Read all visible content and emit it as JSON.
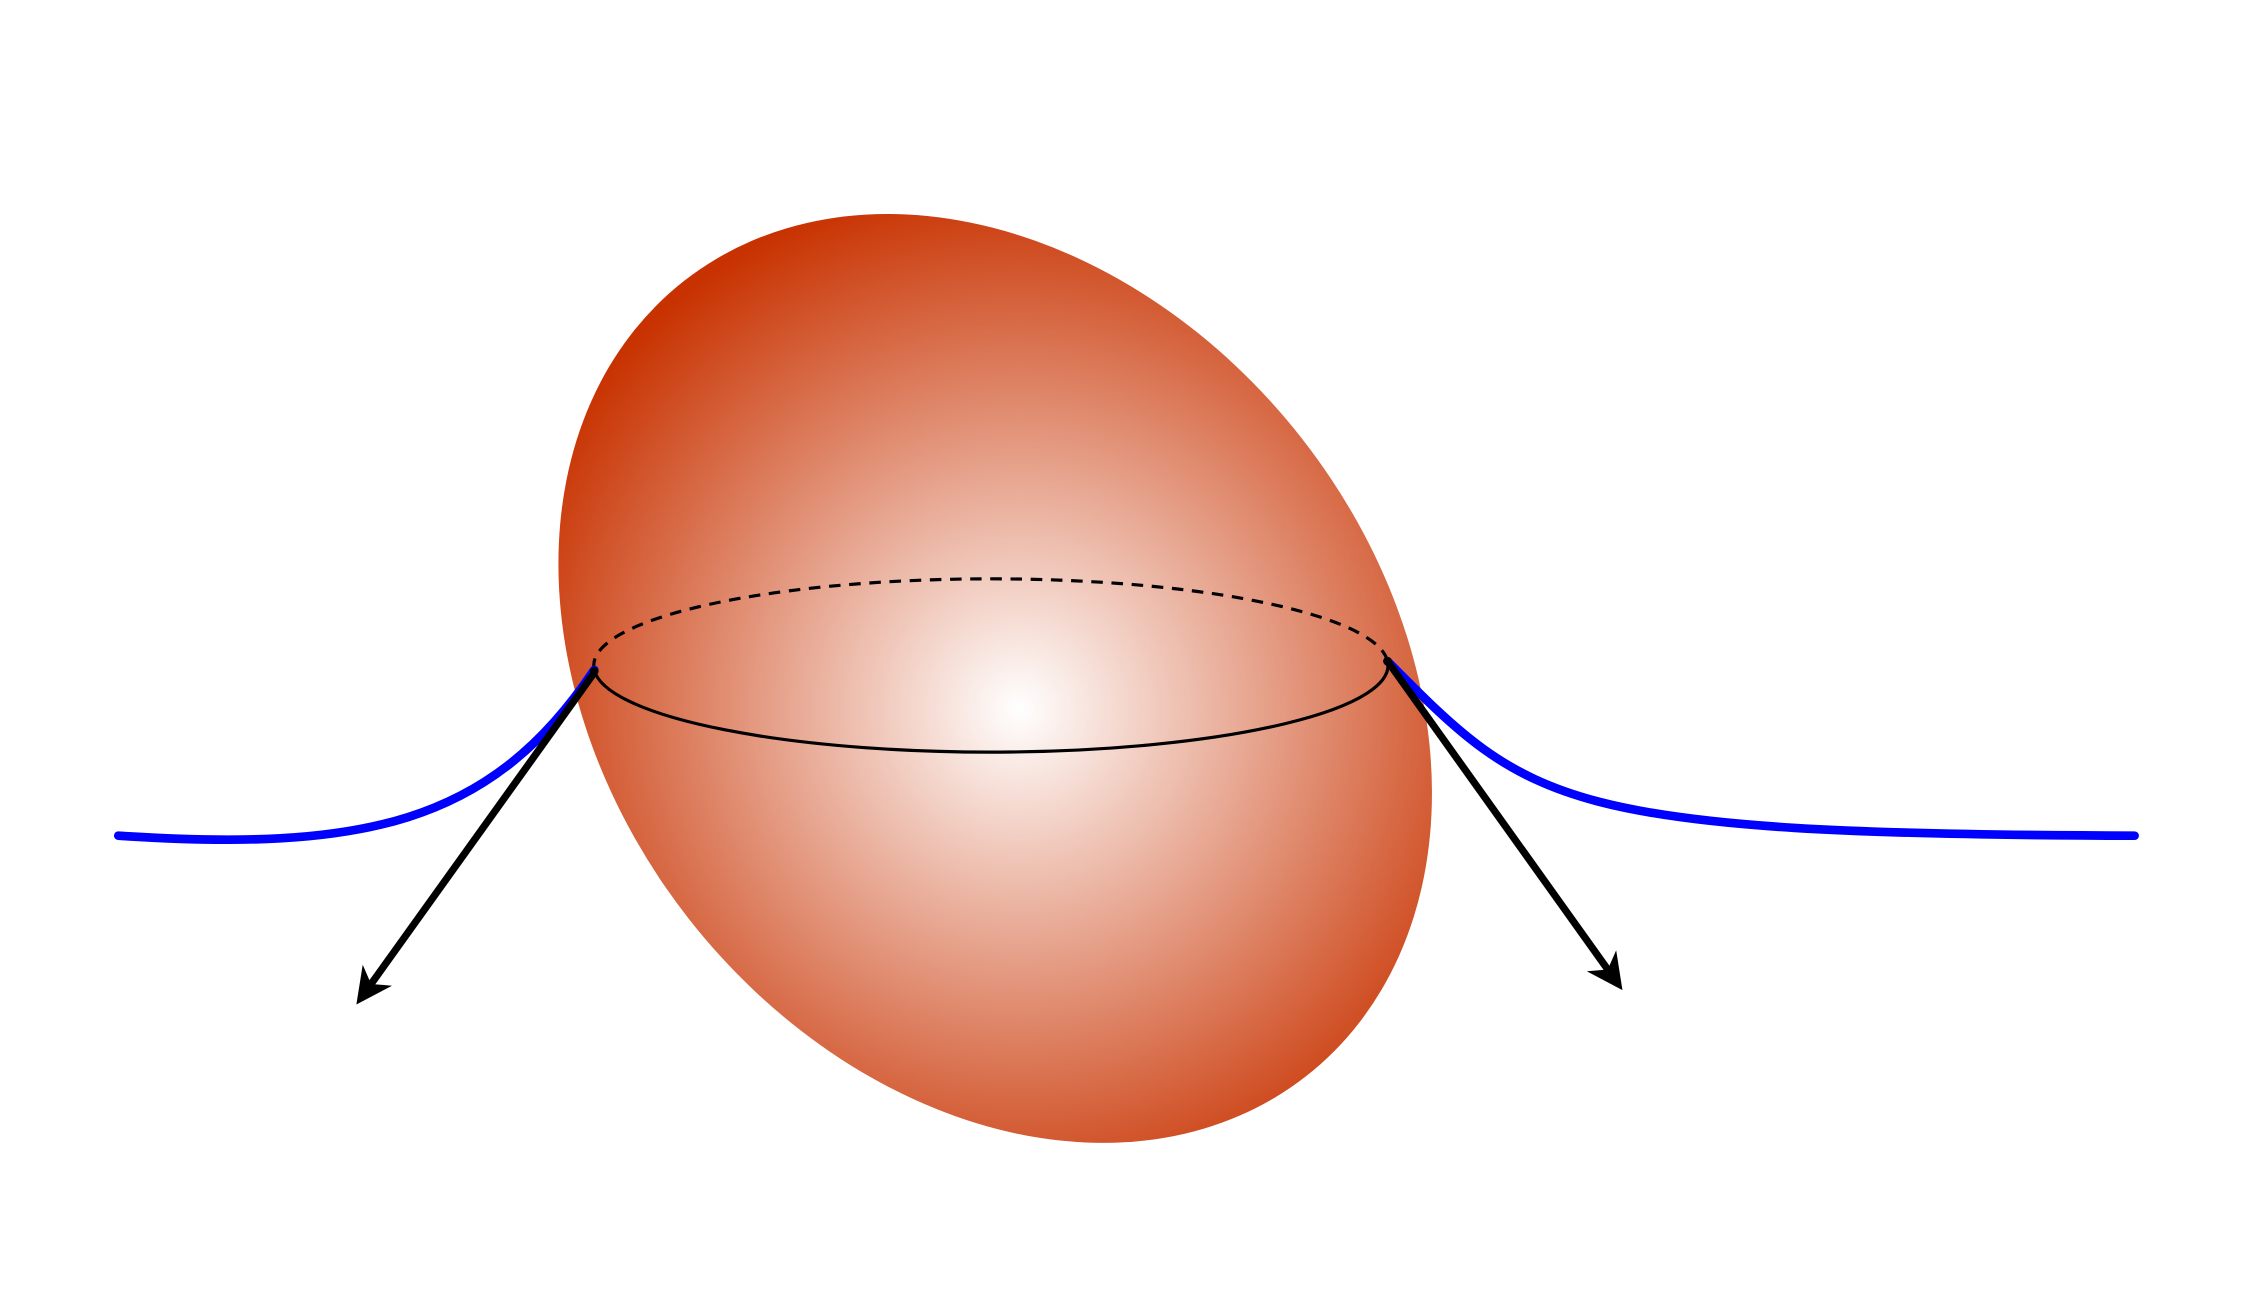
{
  "diagram": {
    "elements": [
      "ellipsoid-body",
      "equator-ring-front",
      "equator-ring-back",
      "left-blue-curve",
      "right-blue-curve",
      "left-arrow",
      "right-arrow"
    ]
  },
  "colors": {
    "background": "#ffffff",
    "ellipsoid_edge": "#c83200",
    "ellipsoid_center": "#ffffff",
    "curve": "#0000ff",
    "arrow": "#000000",
    "ring": "#000000"
  }
}
